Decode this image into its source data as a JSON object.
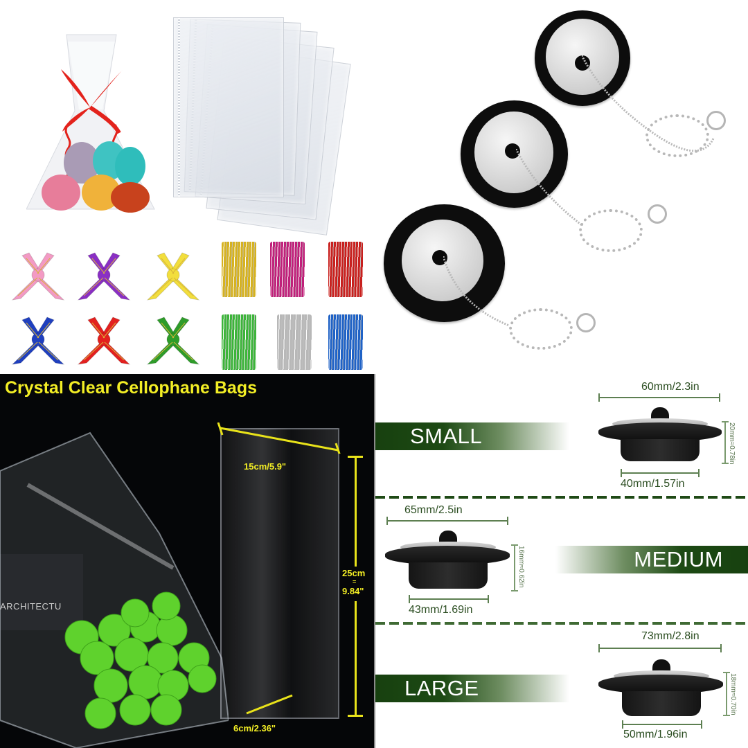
{
  "panels": {
    "top_left": {
      "description": "cellophane treat bags with macarons, bows and twist ties",
      "bow_colors": [
        "#f39ac4",
        "#8a2fc4",
        "#f2de3d",
        "#1f3fbf",
        "#e3201f",
        "#2e9c2a"
      ],
      "tie_colors": [
        "#d6b21f",
        "#c0207a",
        "#c8201e",
        "#3cb43a",
        "#b8b8b8",
        "#1f62c6"
      ],
      "macaron_colors": [
        "#a99bb5",
        "#3fc3c2",
        "#2fbdbb",
        "#e77d9a",
        "#f0b23a",
        "#c8421d"
      ],
      "ribbon_color": "#e3231c"
    },
    "top_right": {
      "description": "three black rubber sink stoppers with ball chains",
      "stopper_count": 3
    },
    "bottom_left": {
      "title": "Crystal Clear Cellophane Bags",
      "dims": {
        "width": "15cm/5.9\"",
        "height_cm": "25cm",
        "height_eq": "=",
        "height_in": "9.84\"",
        "bottom": "6cm/2.36\""
      },
      "background_text": "ARCHITECTU",
      "accent_color": "#f3ee25"
    },
    "bottom_right": {
      "accent_color": "#1d4a14",
      "sizes": [
        {
          "label": "SMALL",
          "top_width": "60mm/2.3in",
          "bottom_width": "40mm/1.57in",
          "height": "20mm≈0.78in"
        },
        {
          "label": "MEDIUM",
          "top_width": "65mm/2.5in",
          "bottom_width": "43mm/1.69in",
          "height": "16mm≈0.62in"
        },
        {
          "label": "LARGE",
          "top_width": "73mm/2.8in",
          "bottom_width": "50mm/1.96in",
          "height": "18mm≈0.70in"
        }
      ]
    }
  }
}
